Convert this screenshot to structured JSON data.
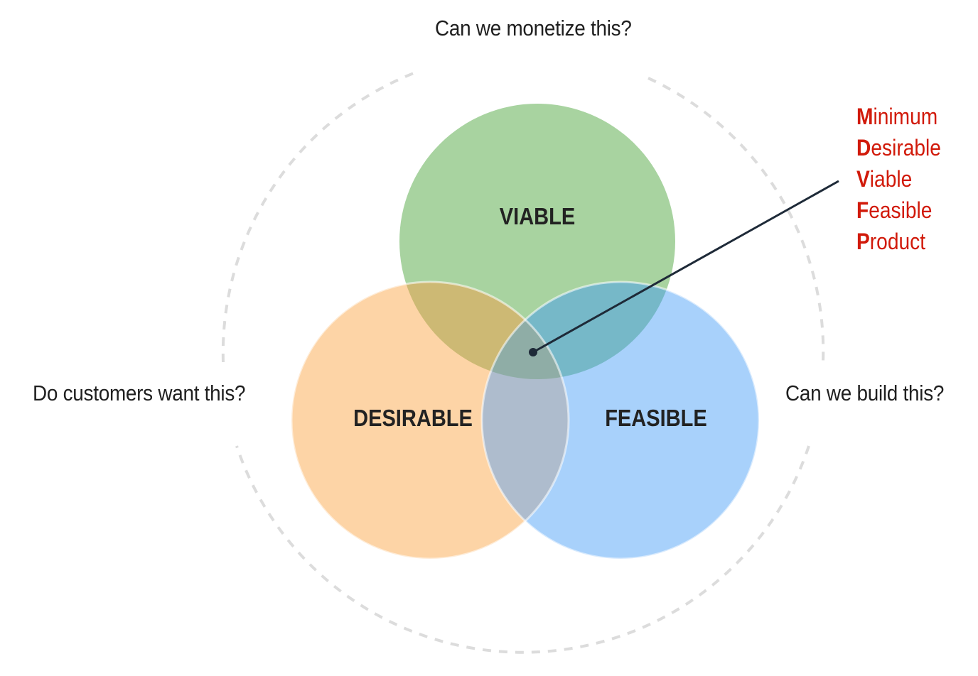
{
  "questions": {
    "top": "Can we monetize this?",
    "left": "Do customers want this?",
    "right": "Can we build this?"
  },
  "circles": {
    "viable": {
      "label": "VIABLE",
      "color": "#a8d3a0"
    },
    "desirable": {
      "label": "DESIRABLE",
      "color": "#fdd4a6"
    },
    "feasible": {
      "label": "FEASIBLE",
      "color": "#a8d1fb"
    }
  },
  "intersections": {
    "viable_desirable": "#cdb974",
    "viable_feasible": "#76b8c8",
    "desirable_feasible": "#aebccd",
    "center": "#8fada6"
  },
  "acronym": {
    "color": "#d11a0a",
    "lines": [
      {
        "initial": "M",
        "rest": "inimum"
      },
      {
        "initial": "D",
        "rest": "esirable"
      },
      {
        "initial": "V",
        "rest": "iable"
      },
      {
        "initial": "F",
        "rest": "easible"
      },
      {
        "initial": "P",
        "rest": "roduct"
      }
    ]
  },
  "pointer_color": "#1e2a38",
  "dashed_ring_color": "#dcdcdc"
}
